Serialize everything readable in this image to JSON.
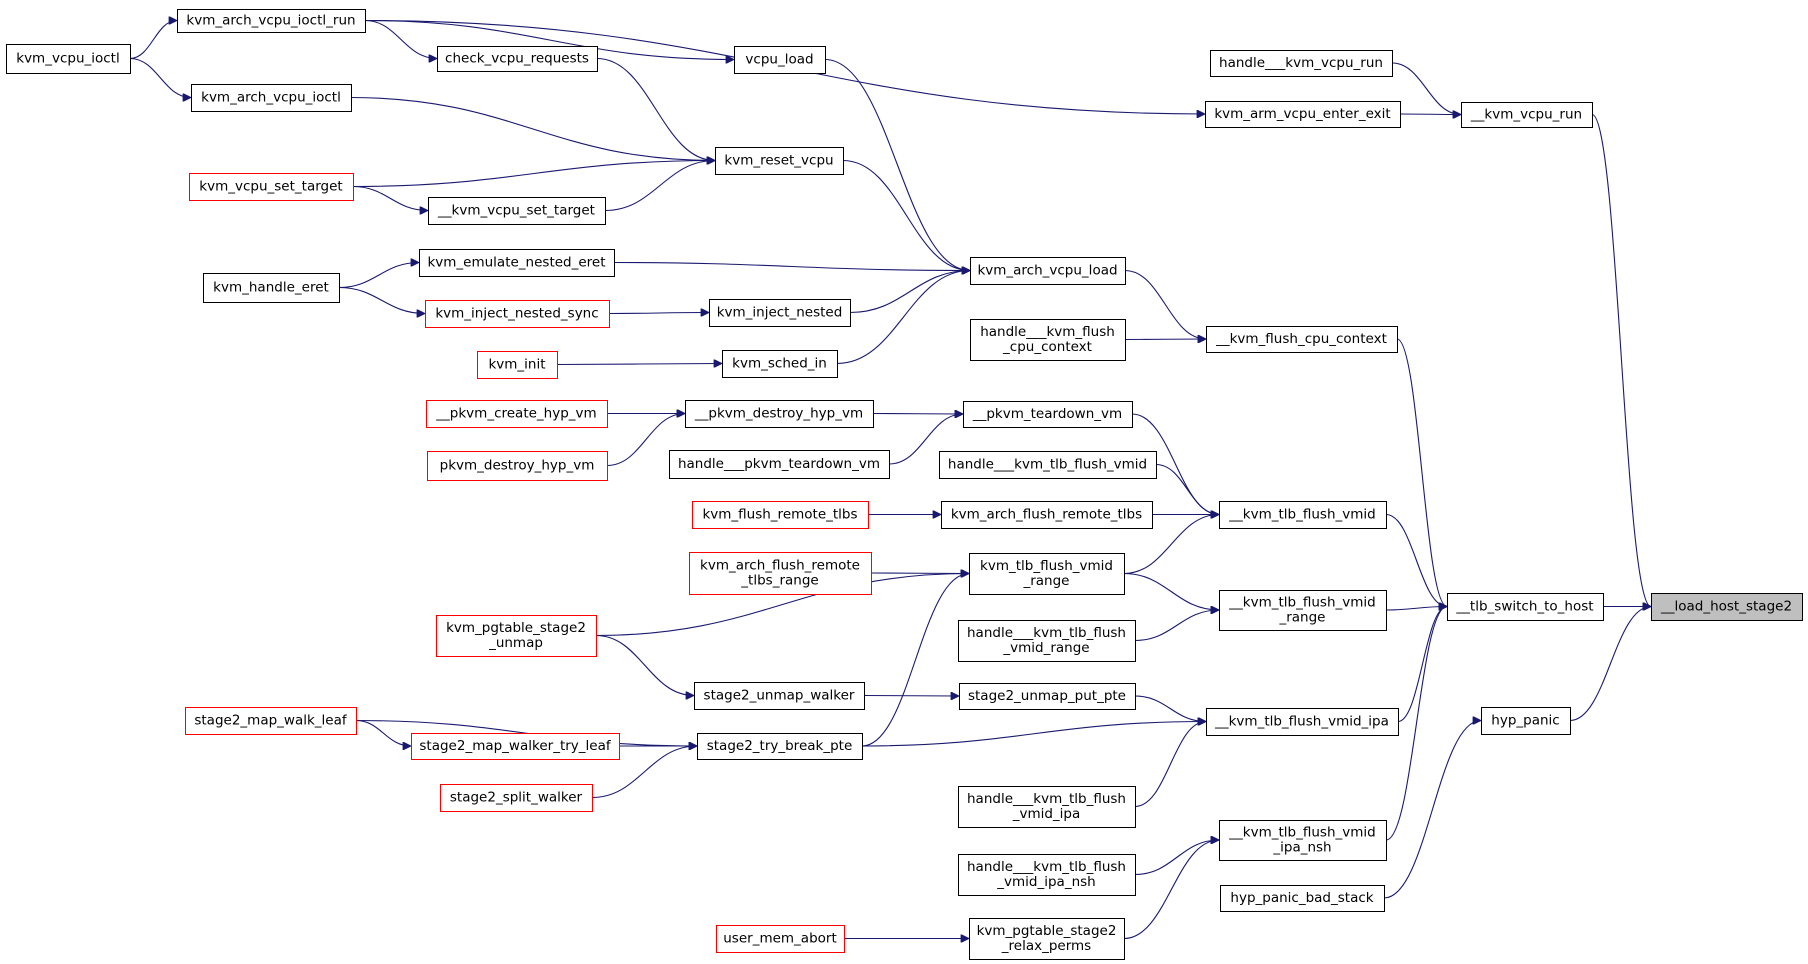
{
  "diagram": {
    "nodes": [
      {
        "id": "kvm_vcpu_ioctl",
        "lines": [
          "kvm_vcpu_ioctl"
        ],
        "style": "black"
      },
      {
        "id": "kvm_arch_vcpu_ioctl_run",
        "lines": [
          "kvm_arch_vcpu_ioctl_run"
        ],
        "style": "black"
      },
      {
        "id": "kvm_arch_vcpu_ioctl",
        "lines": [
          "kvm_arch_vcpu_ioctl"
        ],
        "style": "black"
      },
      {
        "id": "check_vcpu_requests",
        "lines": [
          "check_vcpu_requests"
        ],
        "style": "black"
      },
      {
        "id": "vcpu_load",
        "lines": [
          "vcpu_load"
        ],
        "style": "black"
      },
      {
        "id": "kvm_vcpu_set_target",
        "lines": [
          "kvm_vcpu_set_target"
        ],
        "style": "red"
      },
      {
        "id": "__kvm_vcpu_set_target",
        "lines": [
          "__kvm_vcpu_set_target"
        ],
        "style": "black"
      },
      {
        "id": "kvm_reset_vcpu",
        "lines": [
          "kvm_reset_vcpu"
        ],
        "style": "black"
      },
      {
        "id": "kvm_handle_eret",
        "lines": [
          "kvm_handle_eret"
        ],
        "style": "black"
      },
      {
        "id": "kvm_emulate_nested_eret",
        "lines": [
          "kvm_emulate_nested_eret"
        ],
        "style": "black"
      },
      {
        "id": "kvm_inject_nested_sync",
        "lines": [
          "kvm_inject_nested_sync"
        ],
        "style": "red"
      },
      {
        "id": "kvm_inject_nested",
        "lines": [
          "kvm_inject_nested"
        ],
        "style": "black"
      },
      {
        "id": "kvm_init",
        "lines": [
          "kvm_init"
        ],
        "style": "red"
      },
      {
        "id": "kvm_sched_in",
        "lines": [
          "kvm_sched_in"
        ],
        "style": "black"
      },
      {
        "id": "kvm_arch_vcpu_load",
        "lines": [
          "kvm_arch_vcpu_load"
        ],
        "style": "black"
      },
      {
        "id": "handle___kvm_flush_cpu_context",
        "lines": [
          "handle___kvm_flush",
          "_cpu_context"
        ],
        "style": "black"
      },
      {
        "id": "__kvm_flush_cpu_context",
        "lines": [
          "__kvm_flush_cpu_context"
        ],
        "style": "black"
      },
      {
        "id": "handle___kvm_vcpu_run",
        "lines": [
          "handle___kvm_vcpu_run"
        ],
        "style": "black"
      },
      {
        "id": "kvm_arm_vcpu_enter_exit",
        "lines": [
          "kvm_arm_vcpu_enter_exit"
        ],
        "style": "black"
      },
      {
        "id": "__kvm_vcpu_run",
        "lines": [
          "__kvm_vcpu_run"
        ],
        "style": "black"
      },
      {
        "id": "__pkvm_create_hyp_vm",
        "lines": [
          "__pkvm_create_hyp_vm"
        ],
        "style": "red"
      },
      {
        "id": "pkvm_destroy_hyp_vm",
        "lines": [
          "pkvm_destroy_hyp_vm"
        ],
        "style": "red"
      },
      {
        "id": "__pkvm_destroy_hyp_vm",
        "lines": [
          "__pkvm_destroy_hyp_vm"
        ],
        "style": "black"
      },
      {
        "id": "handle___pkvm_teardown_vm",
        "lines": [
          "handle___pkvm_teardown_vm"
        ],
        "style": "black"
      },
      {
        "id": "__pkvm_teardown_vm",
        "lines": [
          "__pkvm_teardown_vm"
        ],
        "style": "black"
      },
      {
        "id": "handle___kvm_tlb_flush_vmid",
        "lines": [
          "handle___kvm_tlb_flush_vmid"
        ],
        "style": "black"
      },
      {
        "id": "kvm_flush_remote_tlbs",
        "lines": [
          "kvm_flush_remote_tlbs"
        ],
        "style": "red"
      },
      {
        "id": "kvm_arch_flush_remote_tlbs",
        "lines": [
          "kvm_arch_flush_remote_tlbs"
        ],
        "style": "black"
      },
      {
        "id": "__kvm_tlb_flush_vmid",
        "lines": [
          "__kvm_tlb_flush_vmid"
        ],
        "style": "black"
      },
      {
        "id": "kvm_arch_flush_remote_tlbs_range",
        "lines": [
          "kvm_arch_flush_remote",
          "_tlbs_range"
        ],
        "style": "red"
      },
      {
        "id": "kvm_tlb_flush_vmid_range",
        "lines": [
          "kvm_tlb_flush_vmid",
          "_range"
        ],
        "style": "black"
      },
      {
        "id": "kvm_pgtable_stage2_unmap",
        "lines": [
          "kvm_pgtable_stage2",
          "_unmap"
        ],
        "style": "red"
      },
      {
        "id": "__kvm_tlb_flush_vmid_range",
        "lines": [
          "__kvm_tlb_flush_vmid",
          "_range"
        ],
        "style": "black"
      },
      {
        "id": "handle___kvm_tlb_flush_vmid_range",
        "lines": [
          "handle___kvm_tlb_flush",
          "_vmid_range"
        ],
        "style": "black"
      },
      {
        "id": "stage2_unmap_walker",
        "lines": [
          "stage2_unmap_walker"
        ],
        "style": "black"
      },
      {
        "id": "stage2_unmap_put_pte",
        "lines": [
          "stage2_unmap_put_pte"
        ],
        "style": "black"
      },
      {
        "id": "stage2_map_walk_leaf",
        "lines": [
          "stage2_map_walk_leaf"
        ],
        "style": "red"
      },
      {
        "id": "stage2_map_walker_try_leaf",
        "lines": [
          "stage2_map_walker_try_leaf"
        ],
        "style": "red"
      },
      {
        "id": "stage2_try_break_pte",
        "lines": [
          "stage2_try_break_pte"
        ],
        "style": "black"
      },
      {
        "id": "stage2_split_walker",
        "lines": [
          "stage2_split_walker"
        ],
        "style": "red"
      },
      {
        "id": "__kvm_tlb_flush_vmid_ipa",
        "lines": [
          "__kvm_tlb_flush_vmid_ipa"
        ],
        "style": "black"
      },
      {
        "id": "handle___kvm_tlb_flush_vmid_ipa",
        "lines": [
          "handle___kvm_tlb_flush",
          "_vmid_ipa"
        ],
        "style": "black"
      },
      {
        "id": "__kvm_tlb_flush_vmid_ipa_nsh",
        "lines": [
          "__kvm_tlb_flush_vmid",
          "_ipa_nsh"
        ],
        "style": "black"
      },
      {
        "id": "handle___kvm_tlb_flush_vmid_ipa_nsh",
        "lines": [
          "handle___kvm_tlb_flush",
          "_vmid_ipa_nsh"
        ],
        "style": "black"
      },
      {
        "id": "user_mem_abort",
        "lines": [
          "user_mem_abort"
        ],
        "style": "red"
      },
      {
        "id": "kvm_pgtable_stage2_relax_perms",
        "lines": [
          "kvm_pgtable_stage2",
          "_relax_perms"
        ],
        "style": "black"
      },
      {
        "id": "__tlb_switch_to_host",
        "lines": [
          "__tlb_switch_to_host"
        ],
        "style": "black"
      },
      {
        "id": "hyp_panic",
        "lines": [
          "hyp_panic"
        ],
        "style": "black"
      },
      {
        "id": "hyp_panic_bad_stack",
        "lines": [
          "hyp_panic_bad_stack"
        ],
        "style": "black"
      },
      {
        "id": "__load_host_stage2",
        "lines": [
          "__load_host_stage2"
        ],
        "style": "grey"
      }
    ],
    "edges": [
      {
        "from": "kvm_vcpu_ioctl",
        "to": "kvm_arch_vcpu_ioctl_run"
      },
      {
        "from": "kvm_vcpu_ioctl",
        "to": "kvm_arch_vcpu_ioctl"
      },
      {
        "from": "kvm_arch_vcpu_ioctl_run",
        "to": "check_vcpu_requests"
      },
      {
        "from": "kvm_arch_vcpu_ioctl_run",
        "to": "vcpu_load"
      },
      {
        "from": "kvm_arch_vcpu_ioctl_run",
        "to": "kvm_arm_vcpu_enter_exit"
      },
      {
        "from": "check_vcpu_requests",
        "to": "kvm_reset_vcpu"
      },
      {
        "from": "kvm_arch_vcpu_ioctl",
        "to": "kvm_reset_vcpu"
      },
      {
        "from": "kvm_vcpu_set_target",
        "to": "kvm_reset_vcpu"
      },
      {
        "from": "kvm_vcpu_set_target",
        "to": "__kvm_vcpu_set_target"
      },
      {
        "from": "__kvm_vcpu_set_target",
        "to": "kvm_reset_vcpu"
      },
      {
        "from": "vcpu_load",
        "to": "kvm_arch_vcpu_load"
      },
      {
        "from": "kvm_reset_vcpu",
        "to": "kvm_arch_vcpu_load"
      },
      {
        "from": "kvm_handle_eret",
        "to": "kvm_emulate_nested_eret"
      },
      {
        "from": "kvm_handle_eret",
        "to": "kvm_inject_nested_sync"
      },
      {
        "from": "kvm_emulate_nested_eret",
        "to": "kvm_arch_vcpu_load"
      },
      {
        "from": "kvm_inject_nested_sync",
        "to": "kvm_inject_nested"
      },
      {
        "from": "kvm_inject_nested",
        "to": "kvm_arch_vcpu_load"
      },
      {
        "from": "kvm_init",
        "to": "kvm_sched_in"
      },
      {
        "from": "kvm_sched_in",
        "to": "kvm_arch_vcpu_load"
      },
      {
        "from": "kvm_arch_vcpu_load",
        "to": "__kvm_flush_cpu_context"
      },
      {
        "from": "handle___kvm_flush_cpu_context",
        "to": "__kvm_flush_cpu_context"
      },
      {
        "from": "handle___kvm_vcpu_run",
        "to": "__kvm_vcpu_run"
      },
      {
        "from": "kvm_arm_vcpu_enter_exit",
        "to": "__kvm_vcpu_run"
      },
      {
        "from": "__pkvm_create_hyp_vm",
        "to": "__pkvm_destroy_hyp_vm"
      },
      {
        "from": "pkvm_destroy_hyp_vm",
        "to": "__pkvm_destroy_hyp_vm"
      },
      {
        "from": "__pkvm_destroy_hyp_vm",
        "to": "__pkvm_teardown_vm"
      },
      {
        "from": "handle___pkvm_teardown_vm",
        "to": "__pkvm_teardown_vm"
      },
      {
        "from": "__pkvm_teardown_vm",
        "to": "__kvm_tlb_flush_vmid"
      },
      {
        "from": "handle___kvm_tlb_flush_vmid",
        "to": "__kvm_tlb_flush_vmid"
      },
      {
        "from": "kvm_flush_remote_tlbs",
        "to": "kvm_arch_flush_remote_tlbs"
      },
      {
        "from": "kvm_arch_flush_remote_tlbs",
        "to": "__kvm_tlb_flush_vmid"
      },
      {
        "from": "kvm_tlb_flush_vmid_range",
        "to": "__kvm_tlb_flush_vmid"
      },
      {
        "from": "kvm_arch_flush_remote_tlbs_range",
        "to": "kvm_tlb_flush_vmid_range"
      },
      {
        "from": "kvm_pgtable_stage2_unmap",
        "to": "kvm_tlb_flush_vmid_range"
      },
      {
        "from": "kvm_pgtable_stage2_unmap",
        "to": "stage2_unmap_walker"
      },
      {
        "from": "kvm_tlb_flush_vmid_range",
        "to": "__kvm_tlb_flush_vmid_range"
      },
      {
        "from": "handle___kvm_tlb_flush_vmid_range",
        "to": "__kvm_tlb_flush_vmid_range"
      },
      {
        "from": "stage2_unmap_walker",
        "to": "stage2_unmap_put_pte"
      },
      {
        "from": "stage2_unmap_put_pte",
        "to": "__kvm_tlb_flush_vmid_ipa"
      },
      {
        "from": "stage2_map_walk_leaf",
        "to": "stage2_map_walker_try_leaf"
      },
      {
        "from": "stage2_map_walk_leaf",
        "to": "stage2_try_break_pte"
      },
      {
        "from": "stage2_map_walker_try_leaf",
        "to": "stage2_try_break_pte"
      },
      {
        "from": "stage2_split_walker",
        "to": "stage2_try_break_pte"
      },
      {
        "from": "stage2_try_break_pte",
        "to": "__kvm_tlb_flush_vmid_ipa"
      },
      {
        "from": "stage2_try_break_pte",
        "to": "kvm_tlb_flush_vmid_range"
      },
      {
        "from": "handle___kvm_tlb_flush_vmid_ipa",
        "to": "__kvm_tlb_flush_vmid_ipa"
      },
      {
        "from": "handle___kvm_tlb_flush_vmid_ipa_nsh",
        "to": "__kvm_tlb_flush_vmid_ipa_nsh"
      },
      {
        "from": "user_mem_abort",
        "to": "kvm_pgtable_stage2_relax_perms"
      },
      {
        "from": "kvm_pgtable_stage2_relax_perms",
        "to": "__kvm_tlb_flush_vmid_ipa_nsh"
      },
      {
        "from": "__kvm_flush_cpu_context",
        "to": "__tlb_switch_to_host"
      },
      {
        "from": "__kvm_tlb_flush_vmid",
        "to": "__tlb_switch_to_host"
      },
      {
        "from": "__kvm_tlb_flush_vmid_range",
        "to": "__tlb_switch_to_host"
      },
      {
        "from": "__kvm_tlb_flush_vmid_ipa",
        "to": "__tlb_switch_to_host"
      },
      {
        "from": "__kvm_tlb_flush_vmid_ipa_nsh",
        "to": "__tlb_switch_to_host"
      },
      {
        "from": "__kvm_vcpu_run",
        "to": "__load_host_stage2"
      },
      {
        "from": "__tlb_switch_to_host",
        "to": "__load_host_stage2"
      },
      {
        "from": "hyp_panic",
        "to": "__load_host_stage2"
      },
      {
        "from": "hyp_panic_bad_stack",
        "to": "hyp_panic"
      }
    ]
  }
}
